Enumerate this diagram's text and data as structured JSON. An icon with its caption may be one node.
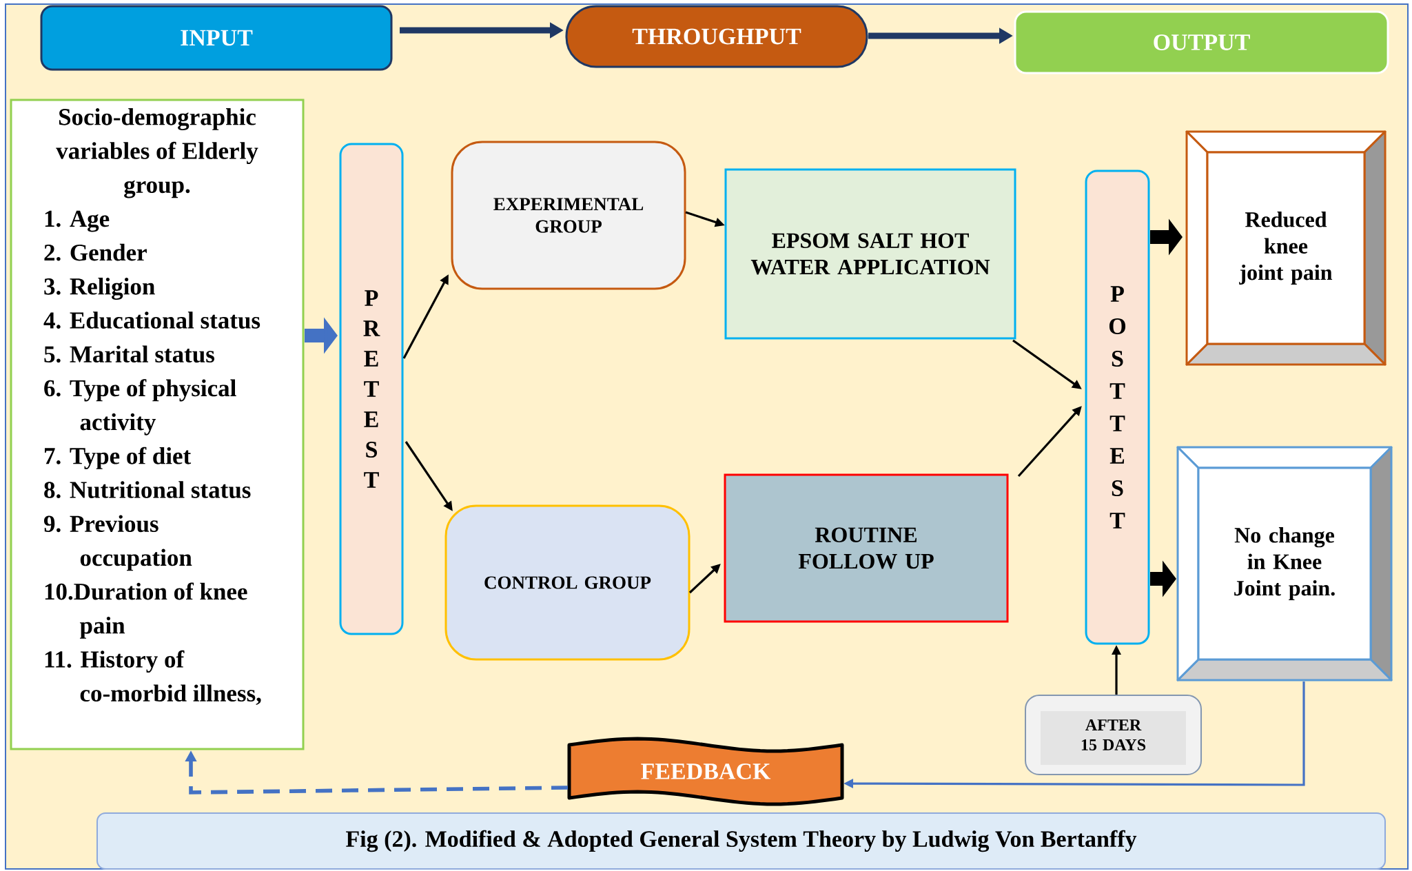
{
  "diagram": {
    "caption": "Fig (2). Modified & Adopted General System Theory by Ludwig Von Bertanffy",
    "nodes": [
      {
        "text": [
          "INPUT"
        ]
      },
      {
        "text": [
          "THROUGHPUT"
        ]
      },
      {
        "text": [
          "OUTPUT"
        ]
      },
      {
        "text": [
          "Socio-demographic variables of Elderly group.",
          "1. Age",
          "2. Gender",
          "3. Religion",
          "4. Educational status",
          "5. Marital status",
          "6. Type of physical activity",
          "7. Type of diet",
          "8. Nutritional status",
          "9. Previous occupation",
          "10.Duration of knee pain",
          "11. History of co-morbid illness,"
        ]
      },
      {
        "text": [
          "PRETEST"
        ]
      },
      {
        "text": [
          "EXPERIMENTAL GROUP"
        ]
      },
      {
        "text": [
          "EPSOM SALT HOT WATER APPLICATION"
        ]
      },
      {
        "text": [
          "CONTROL GROUP"
        ]
      },
      {
        "text": [
          "ROUTINE FOLLOW UP"
        ]
      },
      {
        "text": [
          "POSTTEST"
        ]
      },
      {
        "text": [
          "Reduced knee joint pain"
        ]
      },
      {
        "text": [
          "No change in Knee Joint pain."
        ]
      },
      {
        "text": [
          "AFTER 15 DAYS"
        ]
      },
      {
        "text": [
          "FEEDBACK"
        ]
      }
    ],
    "edges": [
      {
        "from": 0,
        "to": 1,
        "arrow": "to",
        "style": "thick",
        "color": "#1f3864"
      },
      {
        "from": 1,
        "to": 2,
        "arrow": "to",
        "style": "thick",
        "color": "#1f3864"
      },
      {
        "from": 3,
        "to": 4,
        "arrow": "to",
        "style": "thick",
        "color": "#4472c4"
      },
      {
        "from": 4,
        "to": 5,
        "arrow": "to"
      },
      {
        "from": 4,
        "to": 7,
        "arrow": "to"
      },
      {
        "from": 5,
        "to": 6,
        "arrow": "to"
      },
      {
        "from": 7,
        "to": 8,
        "arrow": "to"
      },
      {
        "from": 6,
        "to": 9,
        "arrow": "to"
      },
      {
        "from": 8,
        "to": 9,
        "arrow": "to"
      },
      {
        "from": 9,
        "to": 10,
        "arrow": "to",
        "style": "thick"
      },
      {
        "from": 9,
        "to": 11,
        "arrow": "to",
        "style": "thick"
      },
      {
        "from": 12,
        "to": 9,
        "arrow": "to"
      },
      {
        "from": 11,
        "to": 13,
        "arrow": "to",
        "color": "#4472c4"
      },
      {
        "from": 13,
        "to": 3,
        "arrow": "to",
        "style": "dashed",
        "color": "#4472c4"
      }
    ]
  }
}
